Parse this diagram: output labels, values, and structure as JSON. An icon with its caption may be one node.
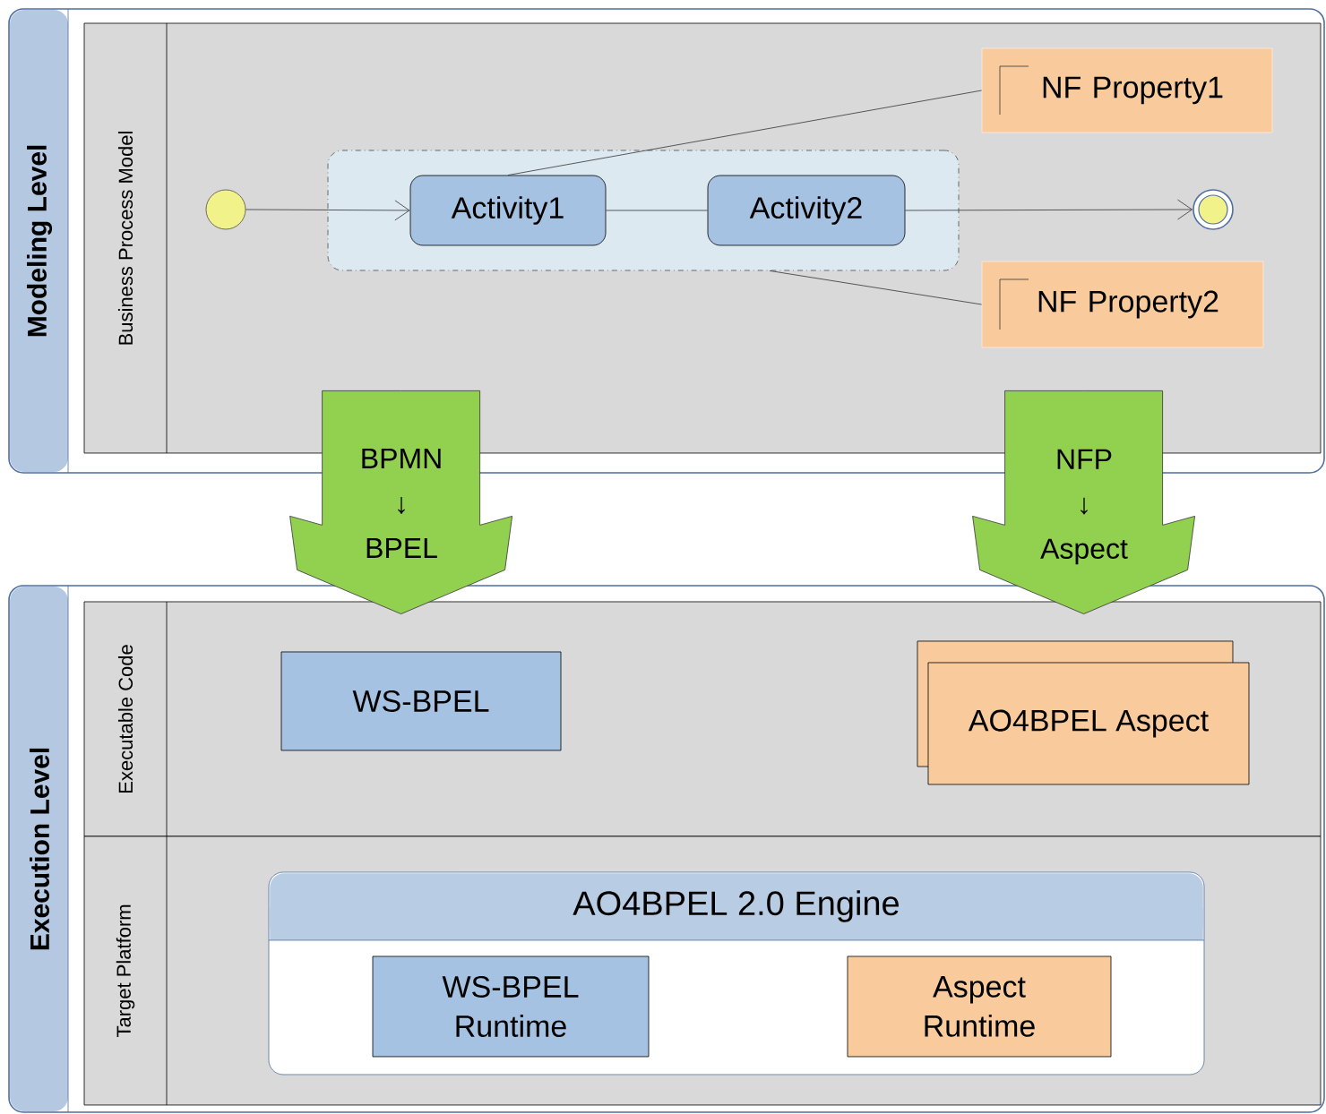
{
  "diagram": {
    "nodes": [
      {
        "text": [
          "Modeling Level"
        ]
      },
      {
        "text": [
          "Business Process Model"
        ],
        "in": 0
      },
      {
        "text": [],
        "shape": "circle",
        "in": 1
      },
      {
        "text": [],
        "shape": "box",
        "in": 1
      },
      {
        "text": [
          "Activity1"
        ],
        "in": 3
      },
      {
        "text": [
          "Activity2"
        ],
        "in": 3
      },
      {
        "text": [],
        "shape": "circle",
        "in": 1
      },
      {
        "text": [
          "NF Property1"
        ],
        "in": 1
      },
      {
        "text": [
          "NF Property2"
        ],
        "in": 1
      },
      {
        "text": [
          "Execution Level"
        ]
      },
      {
        "text": [
          "Executable Code"
        ],
        "in": 9
      },
      {
        "text": [
          "WS-BPEL"
        ],
        "in": 10
      },
      {
        "text": [
          "AO4BPEL Aspect"
        ],
        "in": 10
      },
      {
        "text": [
          "Target Platform"
        ],
        "in": 9
      },
      {
        "text": [
          "AO4BPEL 2.0 Engine"
        ],
        "in": 13
      },
      {
        "text": [
          "WS-BPEL Runtime"
        ],
        "in": 14
      },
      {
        "text": [
          "Aspect Runtime"
        ],
        "in": 14
      }
    ],
    "edges": [
      {
        "from": 2,
        "to": 4,
        "arrow": "to"
      },
      {
        "from": 4,
        "to": 5,
        "arrow": "none"
      },
      {
        "from": 5,
        "to": 6,
        "arrow": "to"
      },
      {
        "from": 4,
        "to": 7,
        "arrow": "none"
      },
      {
        "from": 3,
        "to": 8,
        "arrow": "none"
      },
      {
        "from": 1,
        "to": 10,
        "arrow": "to",
        "label": "BPMN ↓ BPEL",
        "style": "thick",
        "color": "#92d050"
      },
      {
        "from": 1,
        "to": 10,
        "arrow": "to",
        "label": "NFP ↓ Aspect",
        "style": "thick",
        "color": "#92d050"
      }
    ]
  }
}
